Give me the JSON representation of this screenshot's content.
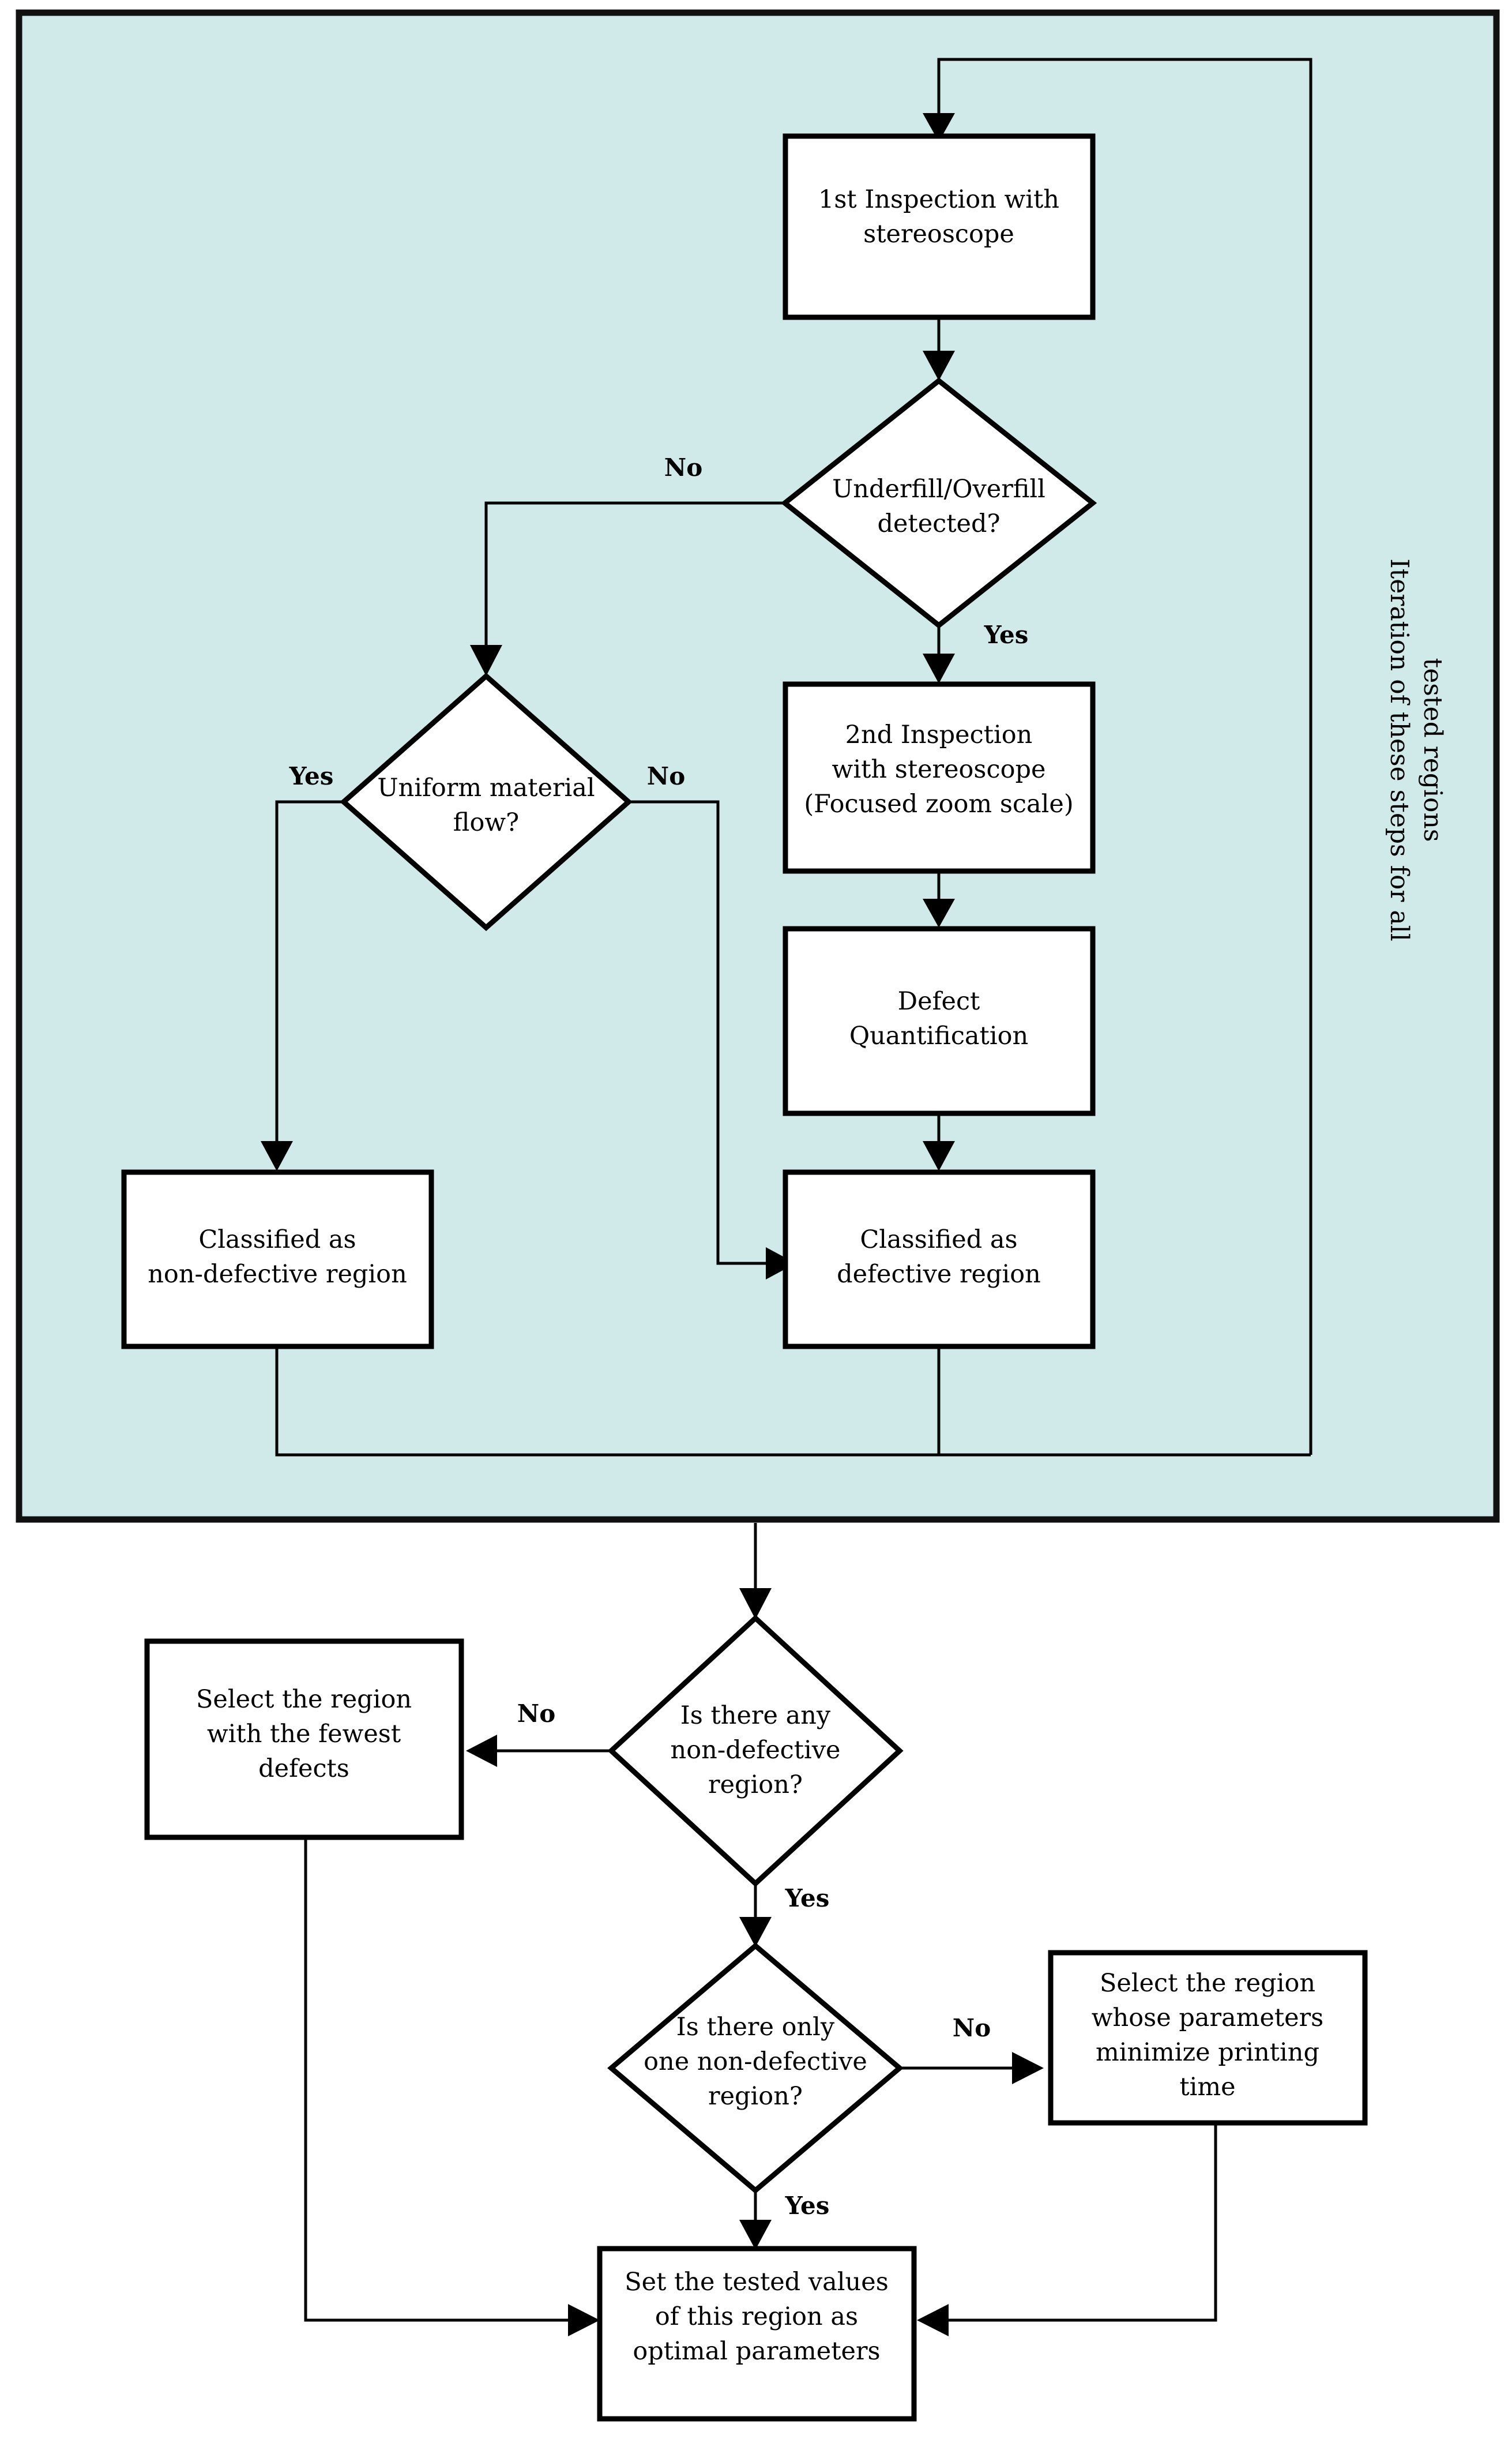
{
  "diagram": {
    "type": "flowchart",
    "title": "Defect inspection and optimal parameter selection flowchart",
    "colors": {
      "panel_background": "#d0eae9",
      "node_fill": "#ffffff",
      "stroke": "#000000",
      "page_background": "#ffffff"
    },
    "panel": {
      "label_line1": "Iteration of these steps for all",
      "label_line2": "tested regions",
      "orientation": "vertical-right"
    },
    "nodes": [
      {
        "id": "first-inspection",
        "shape": "process",
        "lines": [
          "1st Inspection with",
          "stereoscope"
        ]
      },
      {
        "id": "underfill-overfill-decision",
        "shape": "decision",
        "lines": [
          "Underfill/Overfill",
          "detected?"
        ]
      },
      {
        "id": "uniform-flow-decision",
        "shape": "decision",
        "lines": [
          "Uniform material",
          "flow?"
        ]
      },
      {
        "id": "second-inspection",
        "shape": "process",
        "lines": [
          "2nd Inspection",
          "with stereoscope",
          "(Focused zoom scale)"
        ]
      },
      {
        "id": "defect-quantification",
        "shape": "process",
        "lines": [
          "Defect",
          "Quantification"
        ]
      },
      {
        "id": "classified-non-defective",
        "shape": "process",
        "lines": [
          "Classified as",
          "non-defective region"
        ]
      },
      {
        "id": "classified-defective",
        "shape": "process",
        "lines": [
          "Classified as",
          "defective region"
        ]
      },
      {
        "id": "any-non-defective-decision",
        "shape": "decision",
        "lines": [
          "Is there any",
          "non-defective",
          "region?"
        ]
      },
      {
        "id": "fewest-defects",
        "shape": "process",
        "lines": [
          "Select the region",
          "with the fewest",
          "defects"
        ]
      },
      {
        "id": "only-one-non-defective-decision",
        "shape": "decision",
        "lines": [
          "Is there only",
          "one non-defective",
          "region?"
        ]
      },
      {
        "id": "minimize-printing-time",
        "shape": "process",
        "lines": [
          "Select the region",
          "whose parameters",
          "minimize printing",
          "time"
        ]
      },
      {
        "id": "set-optimal-parameters",
        "shape": "process",
        "lines": [
          "Set the tested values",
          "of this region as",
          "optimal parameters"
        ]
      }
    ],
    "edge_labels": {
      "underfill_no": "No",
      "underfill_yes": "Yes",
      "uniform_yes": "Yes",
      "uniform_no": "No",
      "any_nondefective_no": "No",
      "any_nondefective_yes": "Yes",
      "only_one_no": "No",
      "only_one_yes": "Yes"
    }
  }
}
